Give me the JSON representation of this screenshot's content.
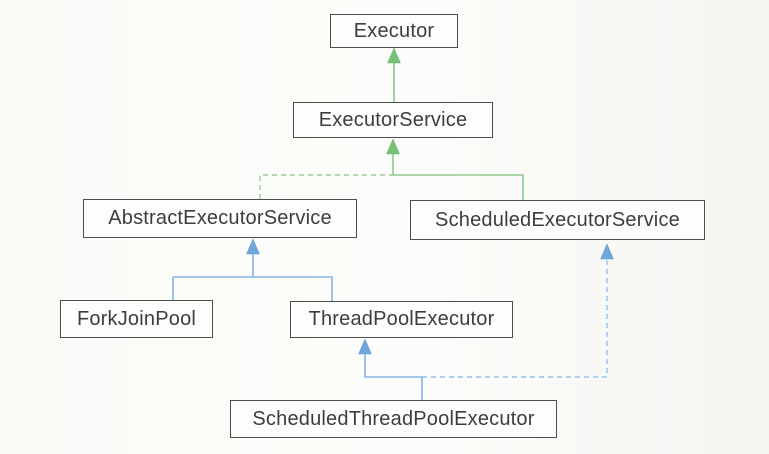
{
  "diagram": {
    "type": "class-hierarchy",
    "nodes": [
      {
        "id": "executor",
        "label": "Executor"
      },
      {
        "id": "executor-service",
        "label": "ExecutorService"
      },
      {
        "id": "abstract-executor-service",
        "label": "AbstractExecutorService"
      },
      {
        "id": "scheduled-executor-service",
        "label": "ScheduledExecutorService"
      },
      {
        "id": "fork-join-pool",
        "label": "ForkJoinPool"
      },
      {
        "id": "thread-pool-executor",
        "label": "ThreadPoolExecutor"
      },
      {
        "id": "scheduled-thread-pool-executor",
        "label": "ScheduledThreadPoolExecutor"
      }
    ],
    "edges": [
      {
        "from": "ExecutorService",
        "to": "Executor",
        "style": "solid",
        "color": "green",
        "arrowhead": "triangle-up"
      },
      {
        "from": "AbstractExecutorService",
        "to": "ExecutorService",
        "style": "dashed",
        "color": "green",
        "arrowhead": "shared-triangle-up"
      },
      {
        "from": "ScheduledExecutorService",
        "to": "ExecutorService",
        "style": "solid",
        "color": "green",
        "arrowhead": "shared-triangle-up"
      },
      {
        "from": "ForkJoinPool",
        "to": "AbstractExecutorService",
        "style": "solid",
        "color": "blue",
        "arrowhead": "shared-triangle-up"
      },
      {
        "from": "ThreadPoolExecutor",
        "to": "AbstractExecutorService",
        "style": "solid",
        "color": "blue",
        "arrowhead": "shared-triangle-up"
      },
      {
        "from": "ScheduledThreadPoolExecutor",
        "to": "ThreadPoolExecutor",
        "style": "solid",
        "color": "blue",
        "arrowhead": "triangle-up"
      },
      {
        "from": "ScheduledThreadPoolExecutor",
        "to": "ScheduledExecutorService",
        "style": "dashed",
        "color": "blue",
        "arrowhead": "triangle-up"
      }
    ],
    "colors": {
      "green_line": "#8cc98c",
      "green_arrowhead": "#77c177",
      "blue_line": "#85b5e4",
      "blue_arrowhead": "#6fa6dc",
      "box_border": "#4d4d4d",
      "box_fill": "#fdfdfc",
      "text": "#3d3d3d",
      "background": "#fbfbf9"
    }
  }
}
